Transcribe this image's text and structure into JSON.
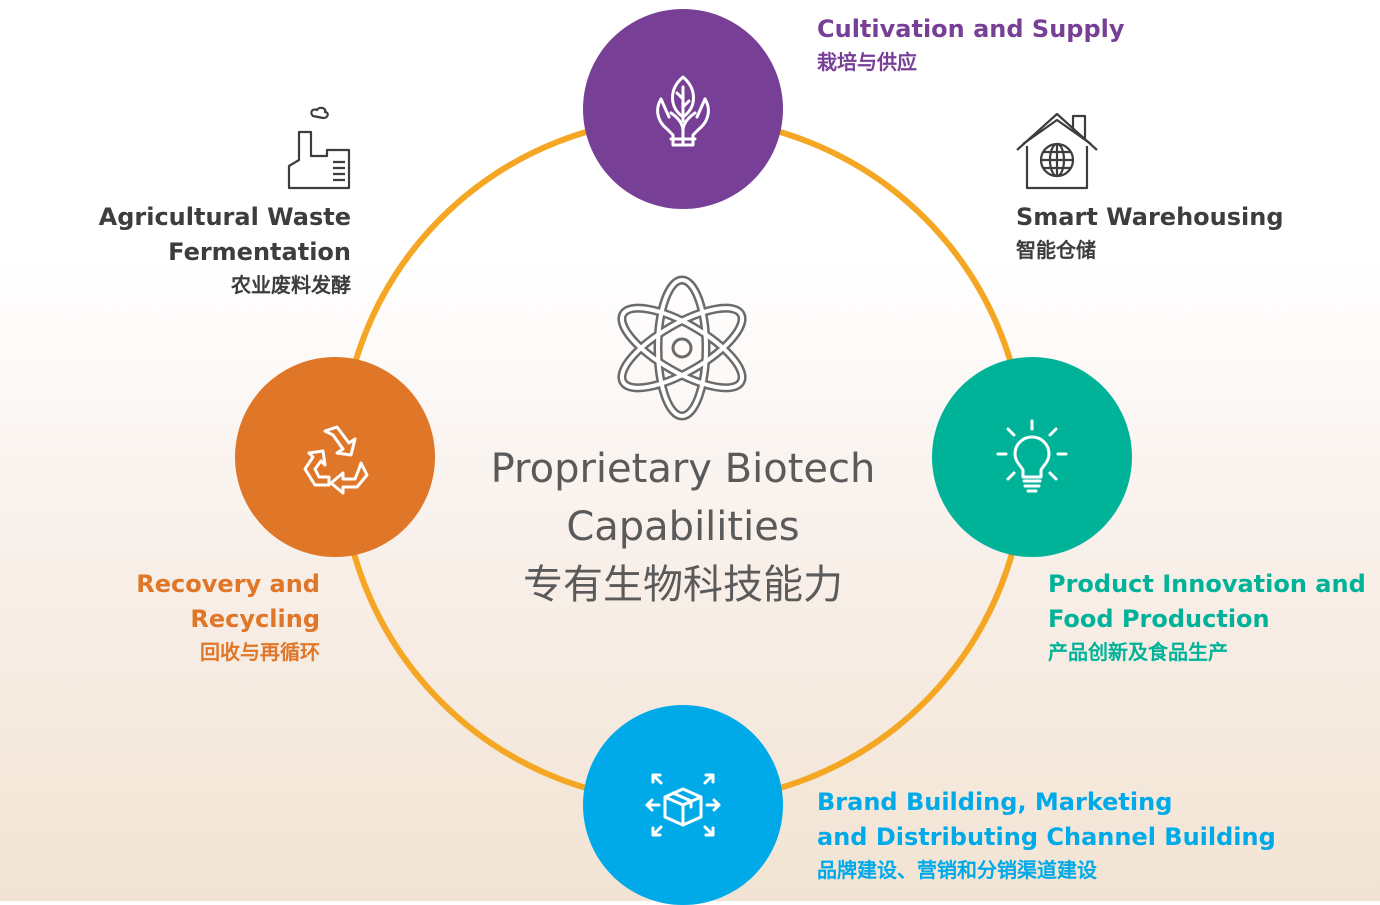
{
  "colors": {
    "ring": "#f5a623",
    "cultivation": "#783f97",
    "innovation": "#00b398",
    "brand": "#00a9e8",
    "recovery": "#e07628",
    "text_gray": "#3d3d3d"
  },
  "center": {
    "icon": "atom-icon",
    "title_en_line1": "Proprietary Biotech",
    "title_en_line2": "Capabilities",
    "title_zh": "专有生物科技能力"
  },
  "nodes": [
    {
      "id": "cultivation",
      "icon": "hands-leaf-icon",
      "en": "Cultivation and Supply",
      "zh": "栽培与供应"
    },
    {
      "id": "warehousing",
      "icon": "warehouse-globe-icon",
      "en": "Smart Warehousing",
      "zh": "智能仓储"
    },
    {
      "id": "innovation",
      "icon": "lightbulb-icon",
      "en_line1": "Product Innovation and",
      "en_line2": "Food Production",
      "zh": "产品创新及食品生产"
    },
    {
      "id": "brand",
      "icon": "box-arrows-icon",
      "en_line1": "Brand Building, Marketing",
      "en_line2": "and Distributing Channel Building",
      "zh": "品牌建设、营销和分销渠道建设"
    },
    {
      "id": "recovery",
      "icon": "recycle-icon",
      "en": "Recovery and Recycling",
      "zh": "回收与再循环"
    },
    {
      "id": "fermentation",
      "icon": "factory-icon",
      "en_line1": "Agricultural Waste",
      "en_line2": "Fermentation",
      "zh": "农业废料发酵"
    }
  ]
}
